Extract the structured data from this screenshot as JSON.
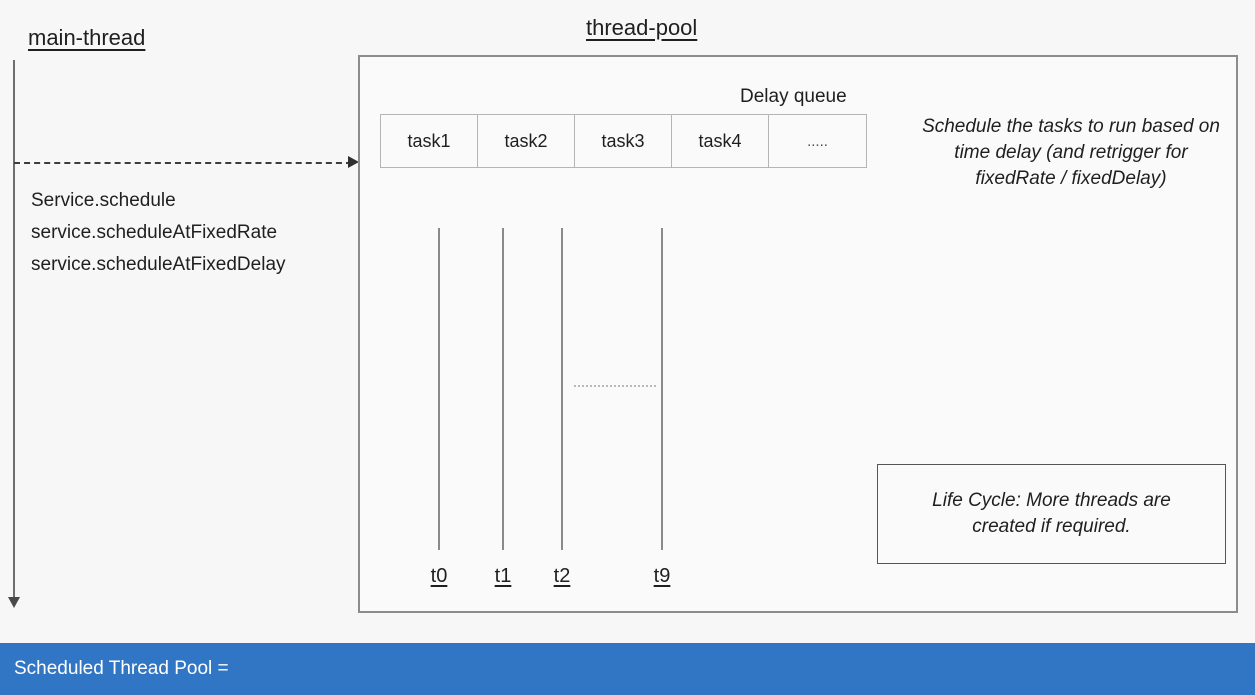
{
  "diagram": {
    "background_color": "#f7f7f7",
    "main_thread": {
      "title": "main-thread",
      "calls": [
        "Service.schedule",
        "service.scheduleAtFixedRate",
        "service.scheduleAtFixedDelay"
      ]
    },
    "thread_pool": {
      "title": "thread-pool",
      "delay_queue": {
        "label": "Delay queue",
        "cells": [
          "task1",
          "task2",
          "task3",
          "task4",
          "....."
        ]
      },
      "schedule_note": "Schedule the tasks to run based on time delay (and retrigger for fixedRate / fixedDelay)",
      "threads": [
        {
          "label": "t0"
        },
        {
          "label": "t1"
        },
        {
          "label": "t2"
        },
        {
          "label": "t9"
        }
      ],
      "life_cycle_note": "Life Cycle: More threads are created if required."
    }
  },
  "footer": {
    "text": "Scheduled Thread Pool =",
    "background_color": "#3176c4",
    "text_color": "#ffffff"
  }
}
